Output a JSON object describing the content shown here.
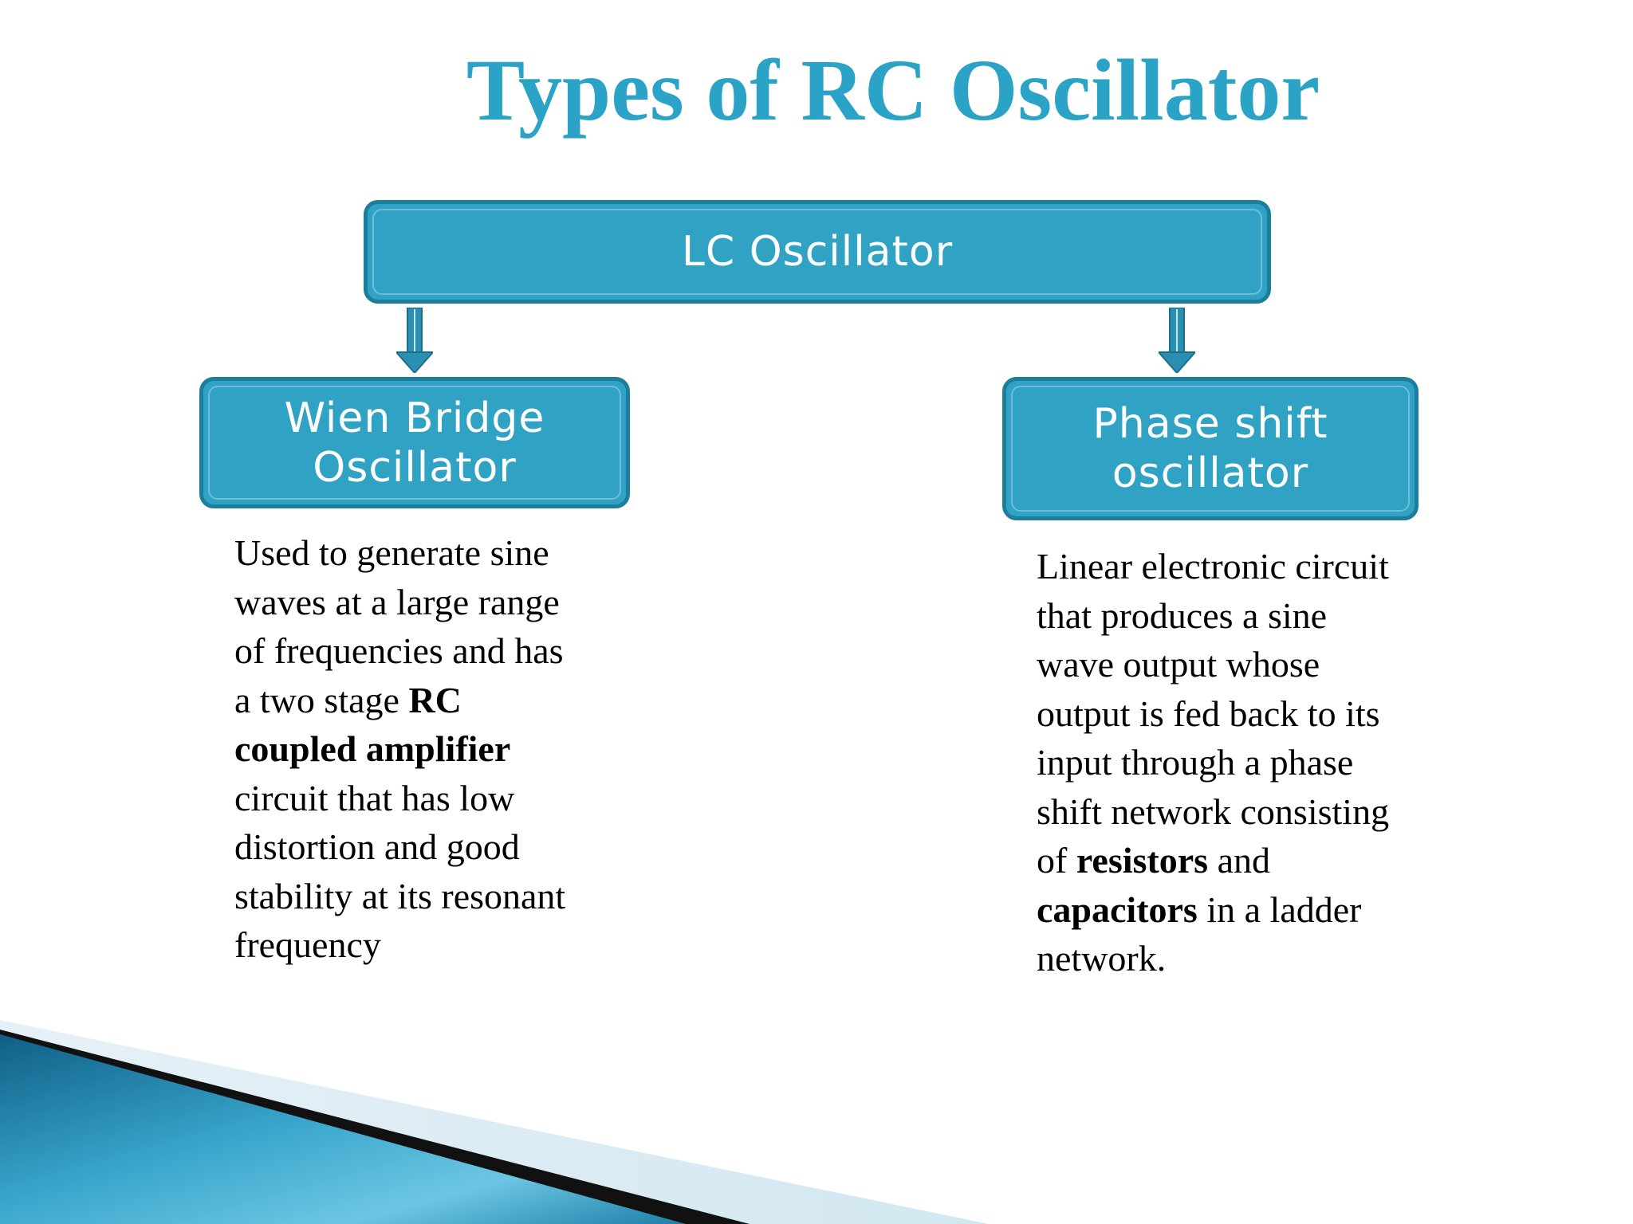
{
  "slide": {
    "title": "Types of RC Oscillator"
  },
  "diagram": {
    "root": {
      "label": "LC Oscillator"
    },
    "children": [
      {
        "label_lines": [
          "Wien Bridge",
          "Oscillator"
        ],
        "description_lines": [
          [
            {
              "t": "Used to generate sine",
              "b": false
            }
          ],
          [
            {
              "t": "waves at a large range",
              "b": false
            }
          ],
          [
            {
              "t": "of frequencies and has",
              "b": false
            }
          ],
          [
            {
              "t": "a two stage ",
              "b": false
            },
            {
              "t": "RC",
              "b": true
            }
          ],
          [
            {
              "t": "coupled amplifier",
              "b": true
            }
          ],
          [
            {
              "t": "circuit that has low",
              "b": false
            }
          ],
          [
            {
              "t": "distortion and good",
              "b": false
            }
          ],
          [
            {
              "t": "stability at its resonant",
              "b": false
            }
          ],
          [
            {
              "t": "frequency",
              "b": false
            }
          ]
        ]
      },
      {
        "label_lines": [
          "Phase shift",
          "oscillator"
        ],
        "description_lines": [
          [
            {
              "t": "Linear electronic circuit",
              "b": false
            }
          ],
          [
            {
              "t": "that produces a sine",
              "b": false
            }
          ],
          [
            {
              "t": "wave output whose",
              "b": false
            }
          ],
          [
            {
              "t": "output is fed back to its",
              "b": false
            }
          ],
          [
            {
              "t": "input through a phase",
              "b": false
            }
          ],
          [
            {
              "t": "shift network consisting",
              "b": false
            }
          ],
          [
            {
              "t": "of ",
              "b": false
            },
            {
              "t": "resistors",
              "b": true
            },
            {
              "t": " and",
              "b": false
            }
          ],
          [
            {
              "t": "capacitors",
              "b": true
            },
            {
              "t": " in a ladder",
              "b": false
            }
          ],
          [
            {
              "t": "network.",
              "b": false
            }
          ]
        ]
      }
    ]
  },
  "colors": {
    "title": "#2aa3c7",
    "box_fill": "#30a2c4",
    "box_border": "#1c7e9c",
    "arrow": "#2a8fb0"
  }
}
